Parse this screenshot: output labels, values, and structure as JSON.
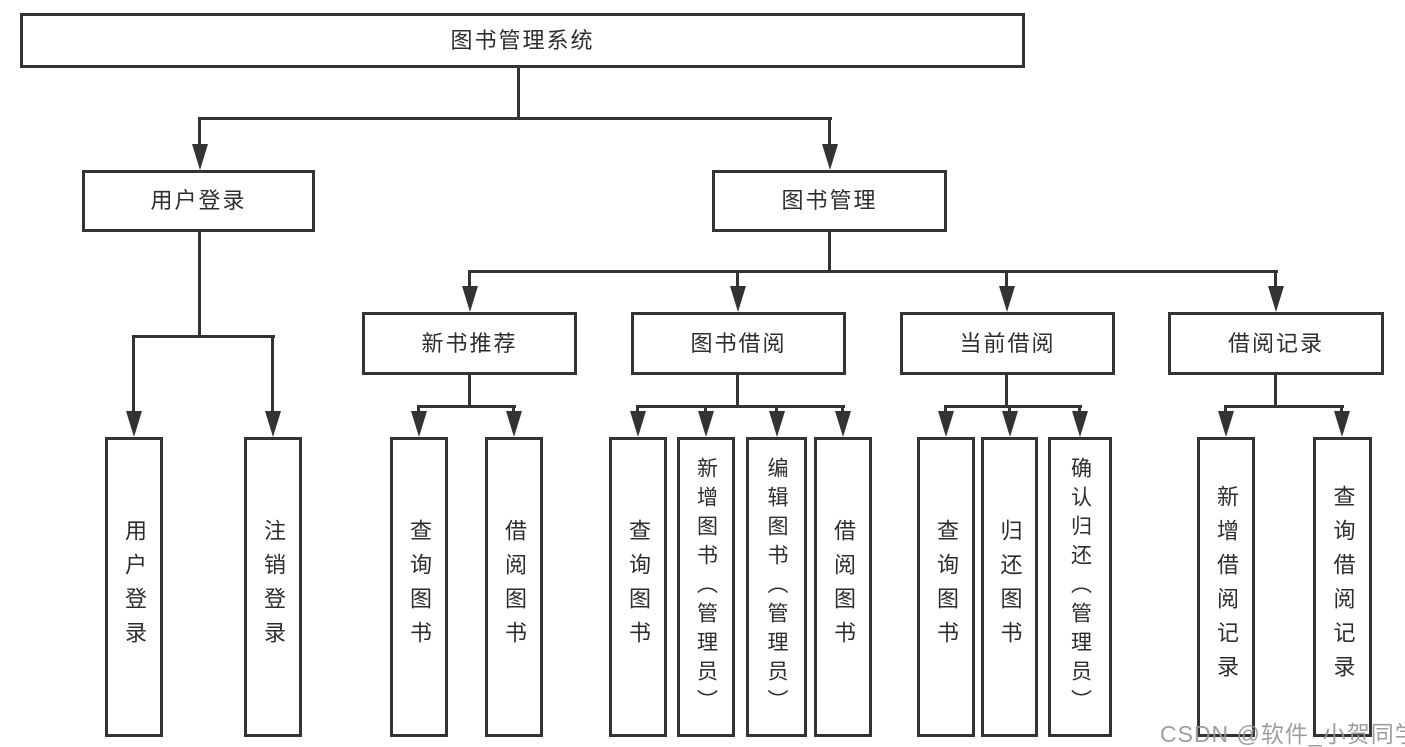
{
  "diagram": {
    "root": "图书管理系统",
    "branches": {
      "user_login": "用户登录",
      "book_mgmt": "图书管理"
    },
    "modules": {
      "new_book": "新书推荐",
      "borrowing": "图书借阅",
      "current": "当前借阅",
      "records": "借阅记录"
    },
    "leaves": {
      "user_login_leaf": "用户登录",
      "logout": "注销登录",
      "nb_query": "查询图书",
      "nb_borrow": "借阅图书",
      "bb_query": "查询图书",
      "bb_add": "新增图书（管理员）",
      "bb_edit": "编辑图书（管理员）",
      "bb_borrow": "借阅图书",
      "cb_query": "查询图书",
      "cb_return": "归还图书",
      "cb_confirm": "确认归还（管理员）",
      "br_add": "新增借阅记录",
      "br_query": "查询借阅记录"
    }
  },
  "watermark": "CSDN @软件_小贺同学",
  "colors": {
    "line": "#333333",
    "text": "#2d2d2d",
    "watermark": "#969696",
    "background": "#ffffff"
  }
}
